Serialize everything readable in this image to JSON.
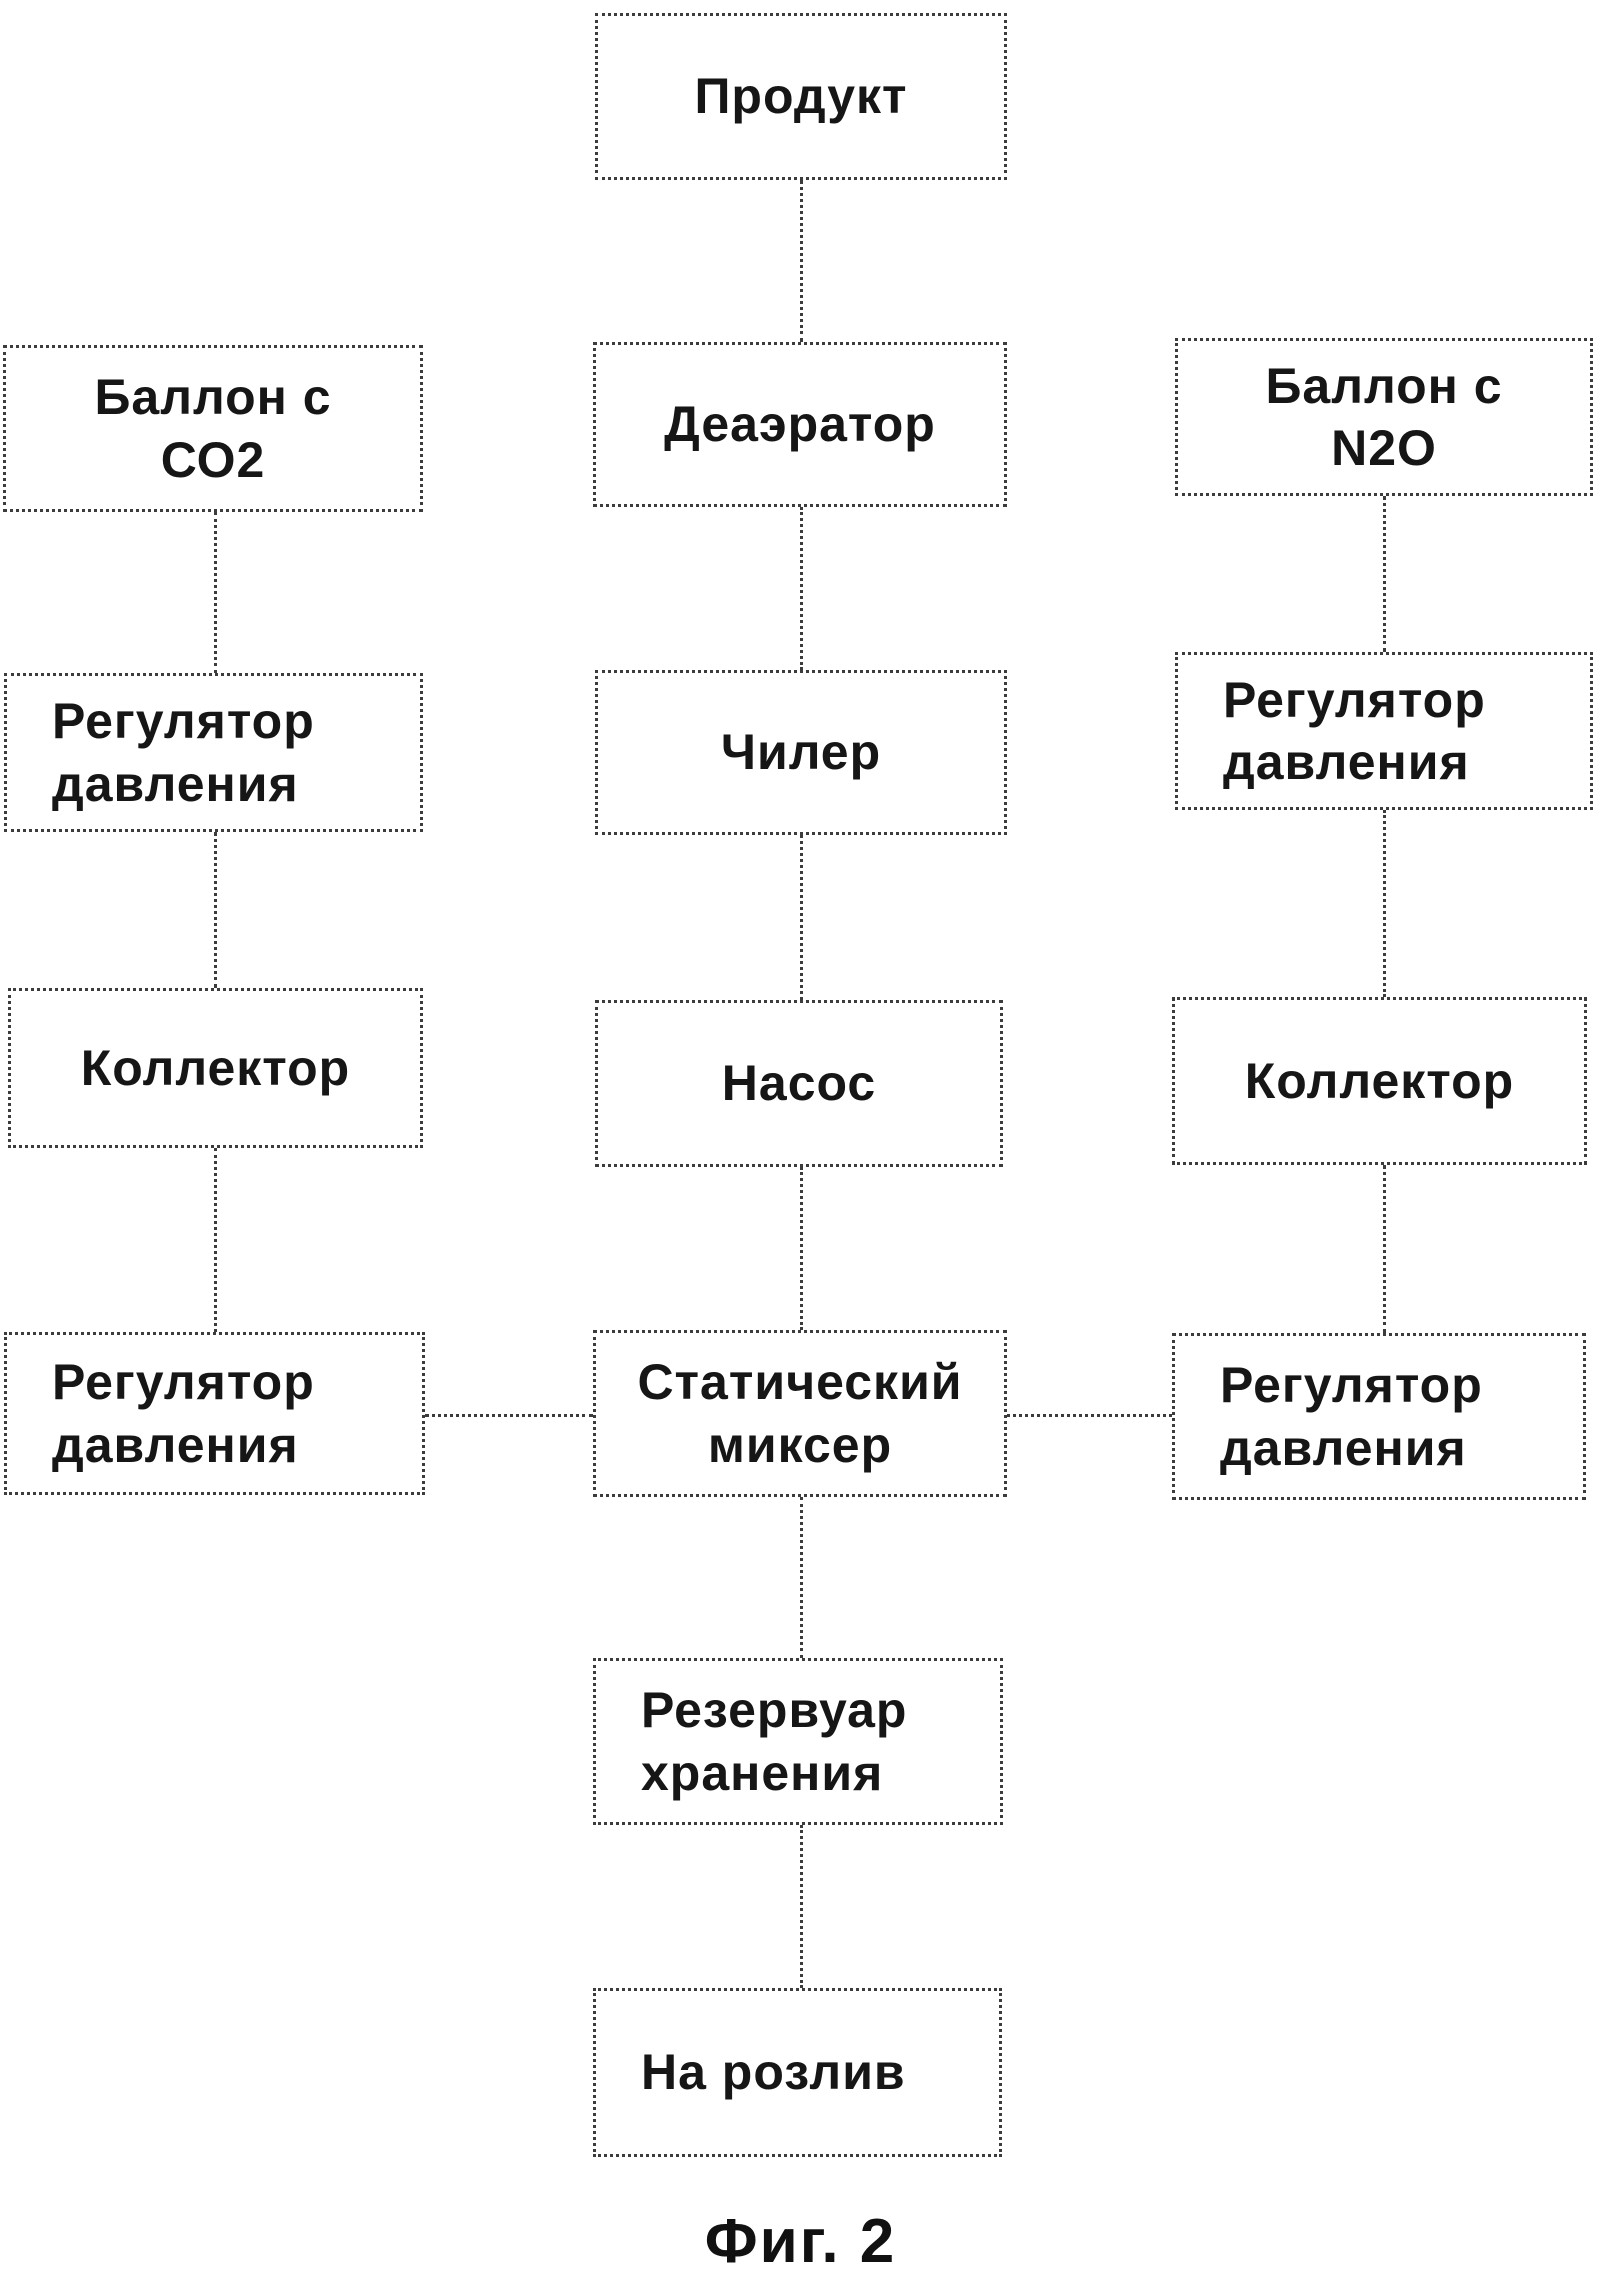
{
  "figure": {
    "caption": "Фиг. 2"
  },
  "colors": {
    "ink": "#161616",
    "line": "#3c3c3c",
    "background": "#ffffff"
  },
  "nodes": {
    "product": {
      "label": "Продукт"
    },
    "co2_cylinder": {
      "label": "Баллон с\nСО2"
    },
    "deaerator": {
      "label": "Деаэратор"
    },
    "n2o_cylinder": {
      "label": "Баллон с\nN2O"
    },
    "pressure_regulator_co2_upper": {
      "label": "Регулятор\nдавления"
    },
    "chiller": {
      "label": "Чилер"
    },
    "pressure_regulator_n2o_upper": {
      "label": "Регулятор\nдавления"
    },
    "collector_co2": {
      "label": "Коллектор"
    },
    "pump": {
      "label": "Насос"
    },
    "collector_n2o": {
      "label": "Коллектор"
    },
    "pressure_regulator_co2_lower": {
      "label": "Регулятор\nдавления"
    },
    "static_mixer": {
      "label": "Статический\nмиксер"
    },
    "pressure_regulator_n2o_lower": {
      "label": "Регулятор\nдавления"
    },
    "storage_tank": {
      "label": "Резервуар\nхранения"
    },
    "bottling": {
      "label": "На розлив"
    }
  }
}
